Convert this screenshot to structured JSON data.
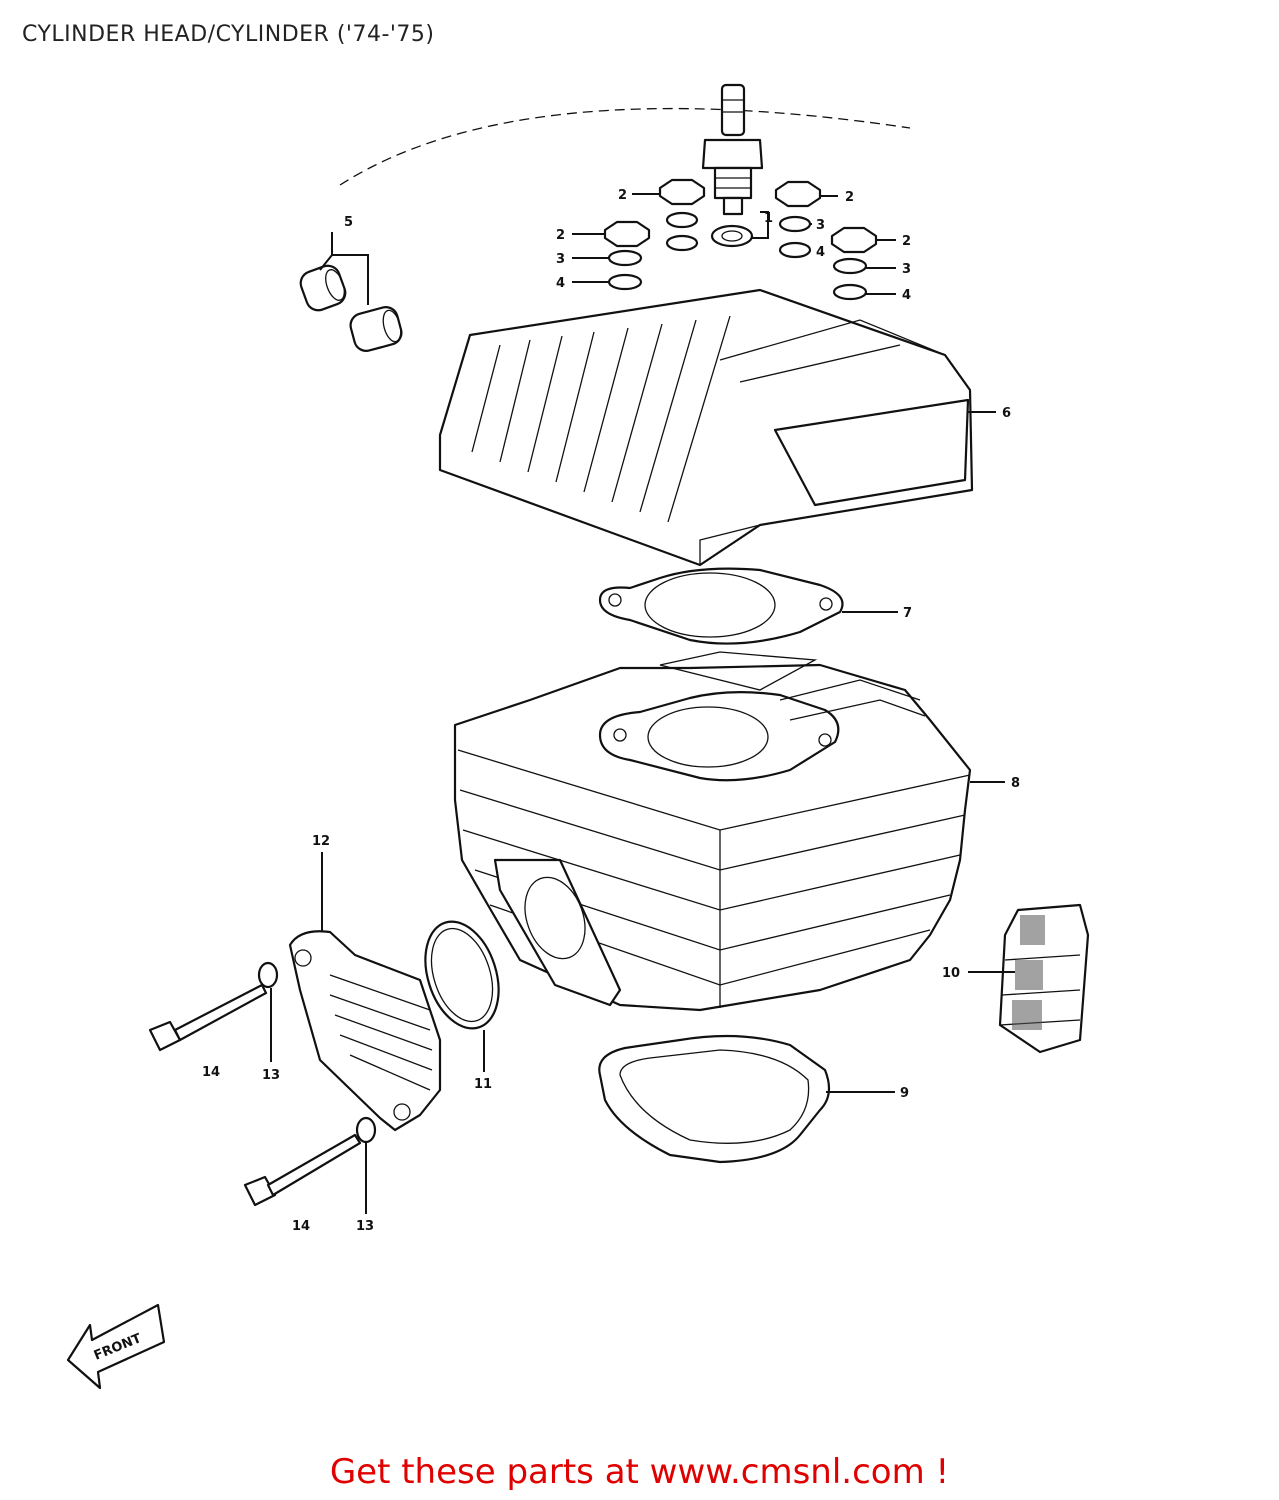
{
  "title": "CYLINDER HEAD/CYLINDER ('74-'75)",
  "promo": "Get these parts at www.cmsnl.com !",
  "front_label": "FRONT",
  "callouts": {
    "c1": "1",
    "c2a": "2",
    "c2b": "2",
    "c2c": "2",
    "c2d": "2",
    "c3a": "3",
    "c3b": "3",
    "c3c": "3",
    "c4a": "4",
    "c4b": "4",
    "c4c": "4",
    "c5": "5",
    "c6": "6",
    "c7": "7",
    "c8": "8",
    "c9": "9",
    "c10": "10",
    "c11": "11",
    "c12": "12",
    "c13a": "13",
    "c13b": "13",
    "c14a": "14",
    "c14b": "14"
  },
  "colors": {
    "promo": "#e00000",
    "line": "#111111"
  }
}
